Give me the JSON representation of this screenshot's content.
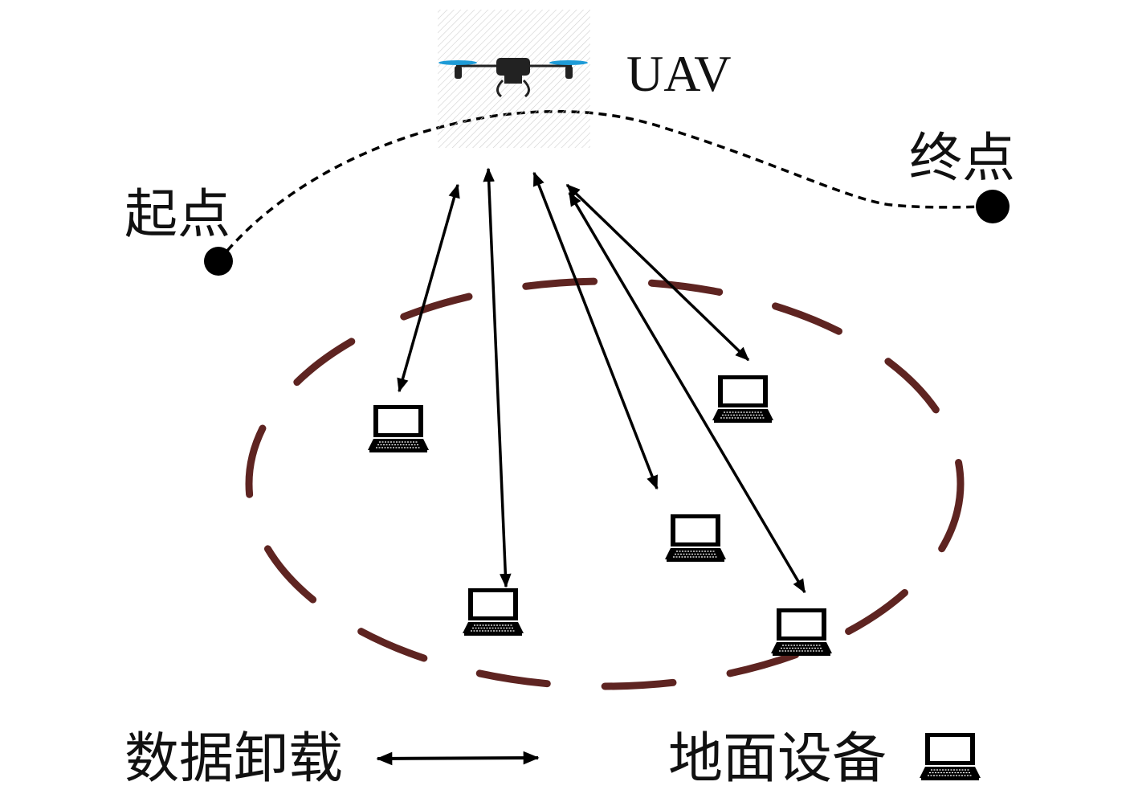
{
  "labels": {
    "uav": "UAV",
    "start": "起点",
    "end": "终点",
    "legend_offload": "数据卸载",
    "legend_ground": "地面设备"
  },
  "colors": {
    "ellipse": "#5e2421",
    "line": "#000000",
    "propeller": "#1e9bd7",
    "hatch": "#c8c8c8"
  },
  "icons": {
    "uav": "drone-icon",
    "device": "laptop-icon",
    "offload": "double-arrow-icon"
  }
}
